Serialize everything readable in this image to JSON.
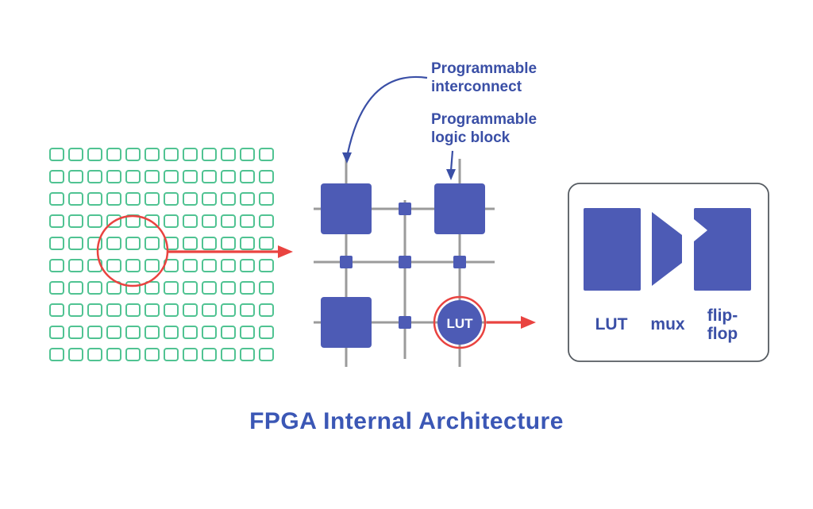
{
  "title": "FPGA Internal Architecture",
  "labels": {
    "interconnect": "Programmable interconnect",
    "logic_block": "Programmable logic block",
    "lut_node": "LUT",
    "legend_lut": "LUT",
    "legend_mux": "mux",
    "legend_flipflop": "flip-flop"
  },
  "grid": {
    "rows": 10,
    "cols": 12
  },
  "colors": {
    "cell_green": "#50c392",
    "block_blue": "#4d5bb5",
    "wire_gray": "#9b9b9b",
    "accent_red": "#e94340",
    "label_blue": "#3a4fa6",
    "title_blue": "#3b57b5",
    "box_border": "#555b61"
  }
}
